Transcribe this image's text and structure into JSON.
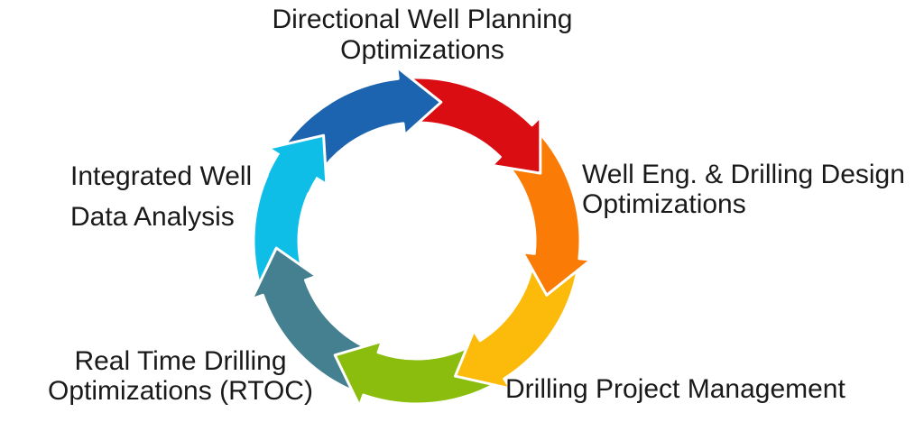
{
  "diagram": {
    "type": "cycle",
    "direction": "clockwise",
    "background_color": "#ffffff",
    "outline_color": "#ffffff",
    "text_color": "#1a1a1a",
    "segments": [
      {
        "name": "blue",
        "color": "#1C64AF"
      },
      {
        "name": "red",
        "color": "#D90D12"
      },
      {
        "name": "orange",
        "color": "#FA7B05"
      },
      {
        "name": "yellow",
        "color": "#FCBB0A"
      },
      {
        "name": "green",
        "color": "#8ABD0E"
      },
      {
        "name": "teal",
        "color": "#44808F"
      },
      {
        "name": "cyan",
        "color": "#0FBEE7"
      }
    ],
    "labels": [
      {
        "id": "directional-well-planning",
        "lines": [
          "Directional Well Planning",
          "Optimizations"
        ]
      },
      {
        "id": "well-eng-drilling-design",
        "lines": [
          "Well Eng. & Drilling Design",
          "Optimizations"
        ]
      },
      {
        "id": "drilling-project-management",
        "lines": [
          "Drilling Project Management"
        ]
      },
      {
        "id": "real-time-drilling-rtoc",
        "lines": [
          "Real Time Drilling",
          "Optimizations (RTOC)"
        ]
      },
      {
        "id": "integrated-well-data-analysis",
        "lines": [
          "Integrated Well",
          "Data Analysis"
        ]
      }
    ]
  }
}
